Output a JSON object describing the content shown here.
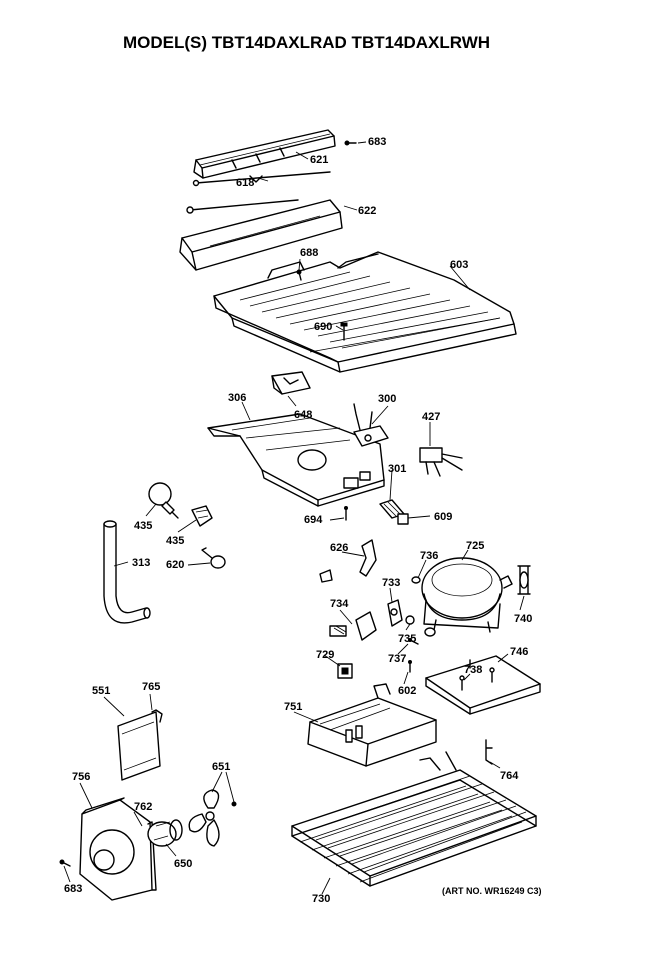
{
  "title": "MODEL(S) TBT14DAXLRAD  TBT14DAXLRWH",
  "art_number": "(ART NO. WR16249 C3)",
  "labels": {
    "p683a": "683",
    "p621": "621",
    "p618": "618",
    "p622": "622",
    "p688": "688",
    "p603": "603",
    "p690": "690",
    "p306": "306",
    "p648": "648",
    "p300": "300",
    "p427": "427",
    "p301": "301",
    "p694": "694",
    "p609": "609",
    "p435a": "435",
    "p435b": "435",
    "p313": "313",
    "p620": "620",
    "p626": "626",
    "p736": "736",
    "p725": "725",
    "p733": "733",
    "p734": "734",
    "p735": "735",
    "p740": "740",
    "p737": "737",
    "p729": "729",
    "p738": "738",
    "p746": "746",
    "p602": "602",
    "p551": "551",
    "p765": "765",
    "p751": "751",
    "p764": "764",
    "p756": "756",
    "p651": "651",
    "p762": "762",
    "p650": "650",
    "p683b": "683",
    "p730": "730"
  }
}
